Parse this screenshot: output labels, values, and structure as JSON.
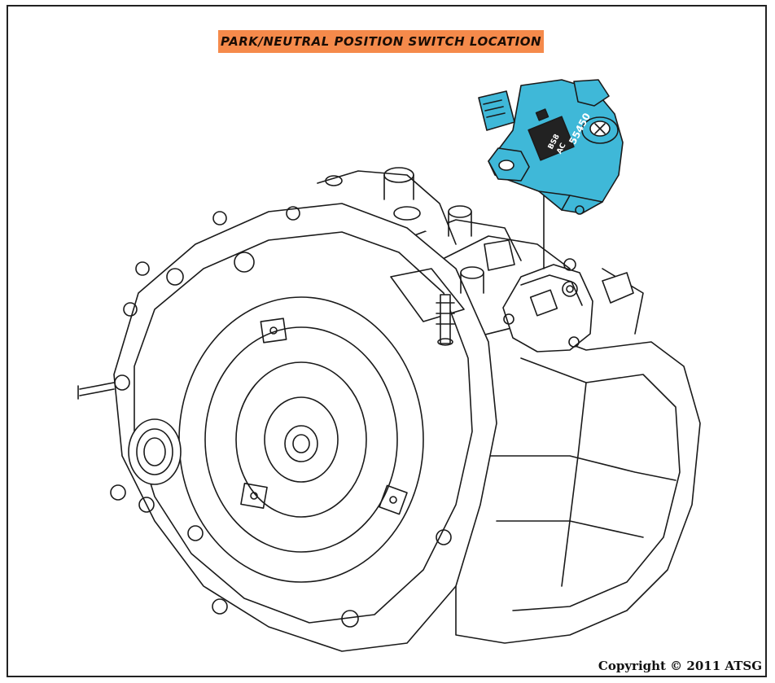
{
  "title": "PARK/NEUTRAL POSITION SWITCH LOCATION",
  "switch_labels": {
    "part_number": "55450",
    "mark_a": "BS8",
    "mark_b": "AC"
  },
  "copyright": "Copyright © 2011 ATSG",
  "colors": {
    "banner": "#f58a4b",
    "switch_highlight": "#3fb8d8",
    "line": "#1a1a1a"
  }
}
